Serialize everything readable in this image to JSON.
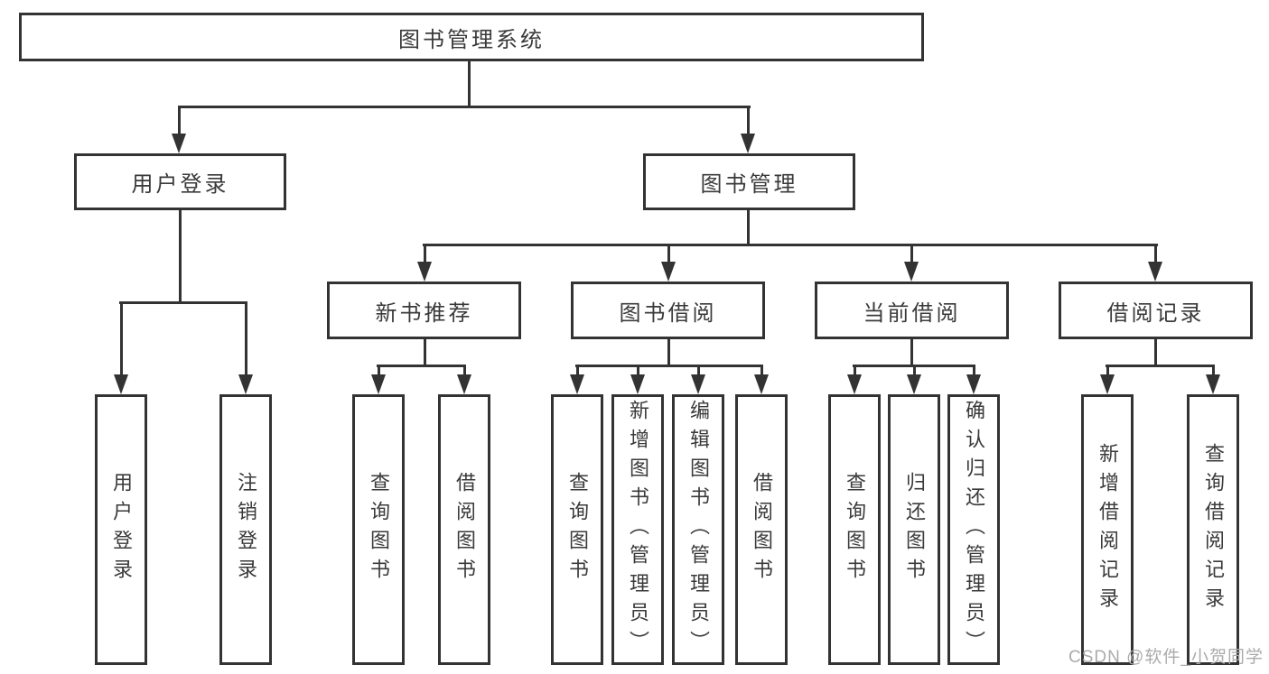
{
  "watermark": "CSDN @软件_小贺同学",
  "colors": {
    "background": "#ffffff",
    "line": "#333333",
    "text": "#3a3a3a",
    "watermark": "#ababab"
  },
  "nodes": {
    "root": {
      "label": "图书管理系统"
    },
    "user_login": {
      "label": "用户登录"
    },
    "book_mgmt": {
      "label": "图书管理"
    },
    "new_book_rec": {
      "label": "新书推荐"
    },
    "book_borrow": {
      "label": "图书借阅"
    },
    "current_borrow": {
      "label": "当前借阅"
    },
    "borrow_records": {
      "label": "借阅记录"
    },
    "user_login_leaf": {
      "label": "用户登录"
    },
    "logout": {
      "label": "注销登录"
    },
    "rec_query_books": {
      "label": "查询图书"
    },
    "rec_borrow_books": {
      "label": "借阅图书"
    },
    "borrow_query_books": {
      "label": "查询图书"
    },
    "add_books_admin": {
      "label": "新增图书（管理员）"
    },
    "edit_books_admin": {
      "label": "编辑图书（管理员）"
    },
    "borrow_books": {
      "label": "借阅图书"
    },
    "cur_query_books": {
      "label": "查询图书"
    },
    "return_books": {
      "label": "归还图书"
    },
    "confirm_return_admin": {
      "label": "确认归还（管理员）"
    },
    "add_borrow_record": {
      "label": "新增借阅记录"
    },
    "query_borrow_record": {
      "label": "查询借阅记录"
    }
  }
}
